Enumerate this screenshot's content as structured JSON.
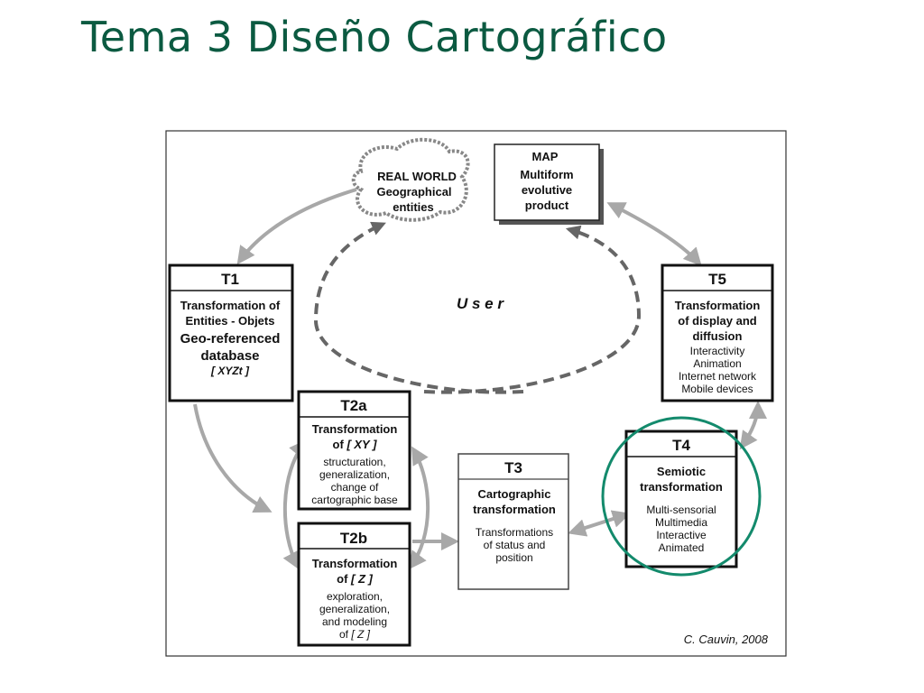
{
  "slide": {
    "title": "Tema 3 Diseño Cartográfico"
  },
  "diagram": {
    "real_world": {
      "line1": "REAL WORLD",
      "line2": "Geographical",
      "line3": "entities"
    },
    "map": {
      "title": "MAP",
      "line1": "Multiform",
      "line2": "evolutive",
      "line3": "product"
    },
    "user": "U s e r",
    "t1": {
      "title": "T1",
      "lines": [
        "Transformation of",
        "Entities - Objets",
        "Geo-referenced",
        "database",
        "[ XYZt ]"
      ]
    },
    "t2a": {
      "title": "T2a",
      "line1": "Transformation",
      "line2_pre": "of ",
      "line2_em": "[ XY ]",
      "lines": [
        "structuration,",
        "generalization,",
        "change of",
        "cartographic base"
      ]
    },
    "t2b": {
      "title": "T2b",
      "line1": "Transformation",
      "line2_pre": "of ",
      "line2_em": "[ Z ]",
      "lines": [
        "exploration,",
        "generalization,",
        "and modeling"
      ],
      "last_pre": "of ",
      "last_em": "[ Z ]"
    },
    "t3": {
      "title": "T3",
      "lines": [
        "Cartographic",
        "transformation",
        "Transformations",
        "of status and",
        "position"
      ]
    },
    "t4": {
      "title": "T4",
      "lines": [
        "Semiotic",
        "transformation",
        "Multi-sensorial",
        "Multimedia",
        "Interactive",
        "Animated"
      ]
    },
    "t5": {
      "title": "T5",
      "lines": [
        "Transformation",
        "of display and",
        "diffusion",
        "Interactivity",
        "Animation",
        "Internet network",
        "Mobile devices"
      ]
    },
    "credit": "C. Cauvin, 2008",
    "colors": {
      "title": "#0b5a41",
      "highlight_circle": "#138a6c",
      "arrows": "#a8a8a8",
      "user_cycle": "#666666"
    }
  }
}
